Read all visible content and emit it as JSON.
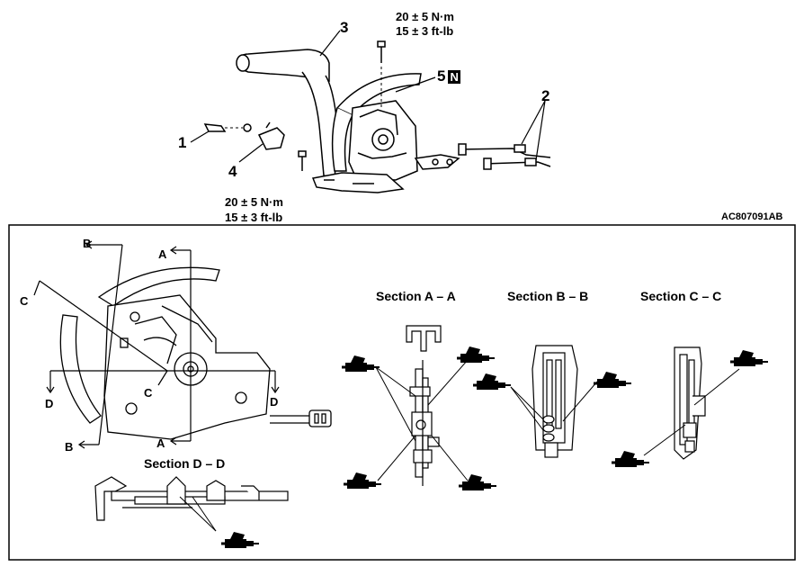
{
  "figure_code": "AC807091AB",
  "callouts": {
    "c1": "1",
    "c2": "2",
    "c3": "3",
    "c4": "4",
    "c5": "5",
    "c5_badge": "N"
  },
  "torque_top": {
    "line1": "20 ± 5 N·m",
    "line2": "15 ± 3 ft-lb"
  },
  "torque_bottom": {
    "line1": "20 ± 5 N·m",
    "line2": "15 ± 3 ft-lb"
  },
  "section_titles": {
    "aa": "Section  A – A",
    "bb": "Section  B – B",
    "cc": "Section  C – C",
    "dd": "Section  D – D"
  },
  "section_marks": {
    "b_top": "B",
    "a_top": "A",
    "c_left": "C",
    "d_left": "D",
    "c_center": "C",
    "d_right": "D",
    "b_bottom": "B",
    "a_bottom": "A"
  },
  "colors": {
    "line": "#000000",
    "fill": "#ffffff",
    "shade": "#cfcfcf",
    "grease": "#000000"
  },
  "icons": {
    "grease_gun": "grease-gun-icon",
    "new_part": "new-part-badge-icon"
  }
}
